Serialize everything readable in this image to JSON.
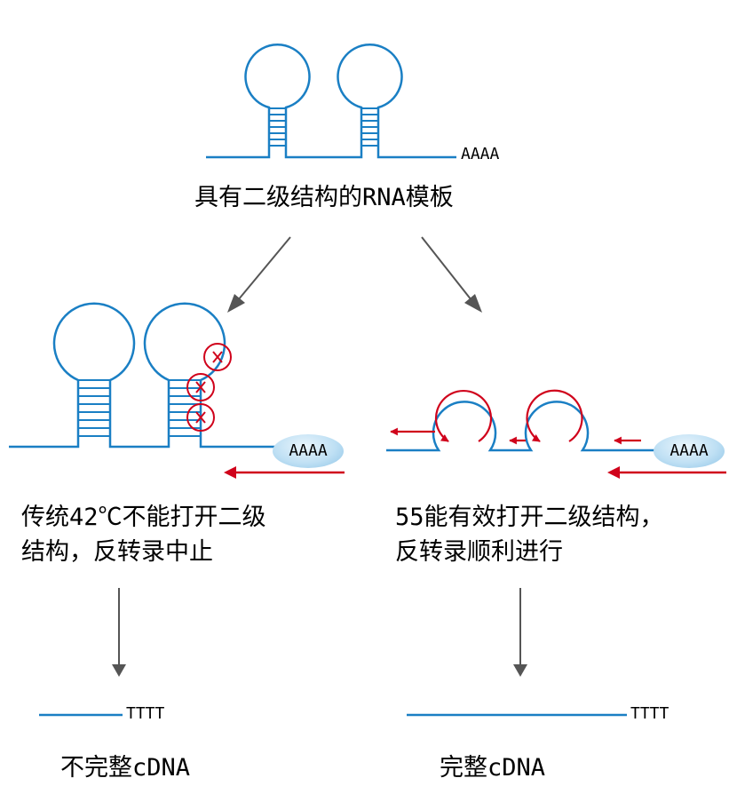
{
  "template": {
    "caption": "具有二级结构的RNA模板",
    "polyA": "AAAA"
  },
  "left_branch": {
    "caption_line1": "传统42℃不能打开二级",
    "caption_line2": "结构，反转录中止",
    "polyA": "AAAA",
    "product_tail": "TTTT",
    "product_label": "不完整cDNA"
  },
  "right_branch": {
    "caption_line1": "55能有效打开二级结构，",
    "caption_line2": "反转录顺利进行",
    "polyA": "AAAA",
    "product_tail": "TTTT",
    "product_label": "完整cDNA"
  },
  "colors": {
    "rna": "#1a7fc4",
    "primer": "#d0021b",
    "arrow": "#555555",
    "blocked_marker": "#d0021b"
  }
}
